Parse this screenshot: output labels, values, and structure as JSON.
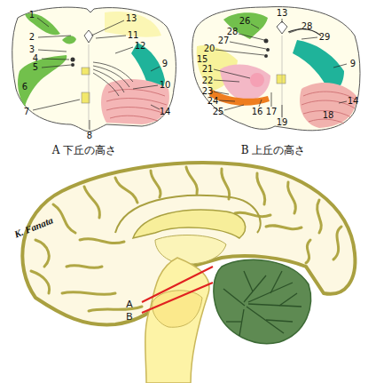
{
  "diagram": {
    "labels": [
      "1",
      "13",
      "2",
      "11",
      "3",
      "12",
      "4",
      "5",
      "9",
      "6",
      "10",
      "7",
      "14",
      "8",
      "13",
      "26",
      "28",
      "27",
      "20",
      "15",
      "21",
      "22",
      "23",
      "24",
      "25",
      "16",
      "17",
      "19",
      "18",
      "14",
      "28",
      "29",
      "9",
      "A 下丘の高さ",
      "B 上丘の高さ",
      "K. Fanata",
      "A",
      "B"
    ]
  }
}
